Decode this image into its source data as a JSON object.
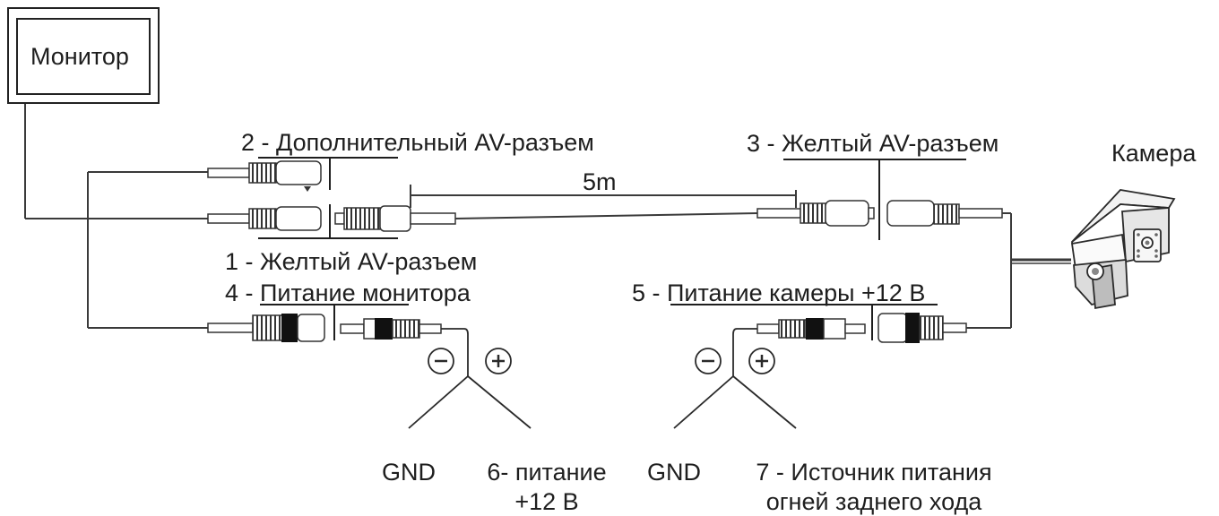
{
  "monitor": {
    "label": "Монитор"
  },
  "camera": {
    "label": "Камера"
  },
  "connectors": {
    "aux_av": "2 - Дополнительный AV-разъем",
    "yellow_av_monitor": "1 - Желтый AV-разъем",
    "yellow_av_camera": "3 - Желтый AV-разъем",
    "monitor_power": "4 - Питание монитора",
    "camera_power": "5 - Питание камеры +12 В"
  },
  "cable_length": "5m",
  "terminals": {
    "minus_symbol": "−",
    "plus_symbol": "+",
    "left_gnd": "GND",
    "left_power_line1": "6- питание",
    "left_power_line2": "+12 В",
    "right_gnd": "GND",
    "right_power_line1": "7 - Источник питания",
    "right_power_line2": "огней заднего хода"
  }
}
